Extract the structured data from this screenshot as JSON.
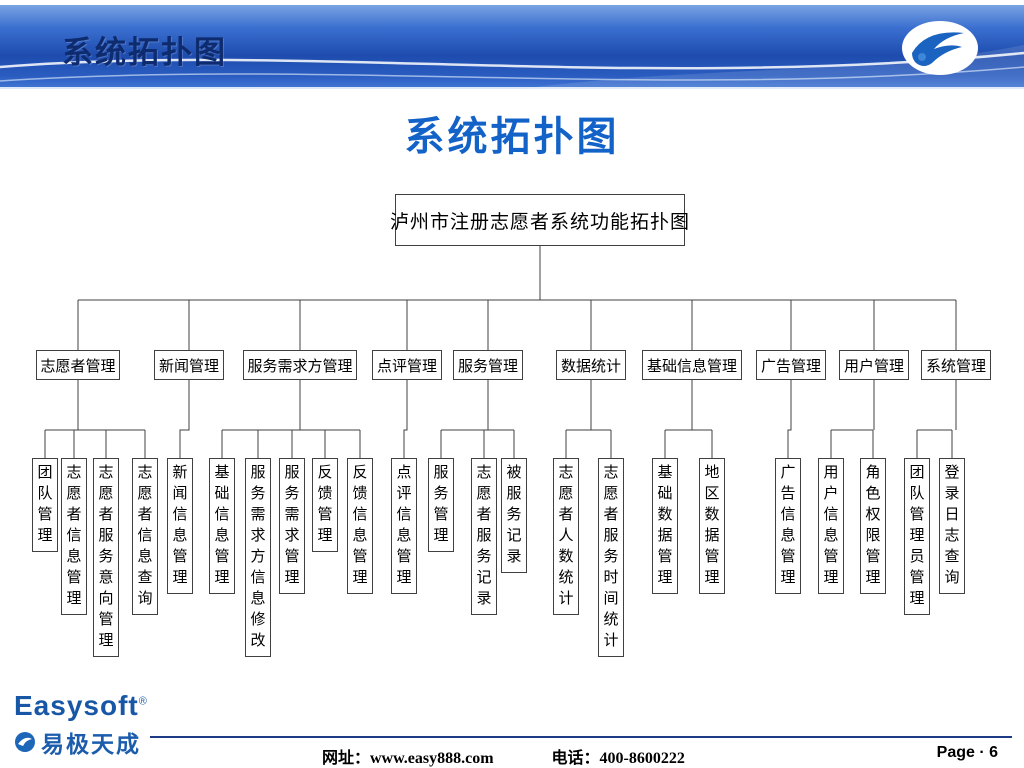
{
  "banner": {
    "title": "系统拓扑图"
  },
  "slide": {
    "title": "系统拓扑图"
  },
  "diagram": {
    "root": "泸州市注册志愿者系统功能拓扑图",
    "level2": [
      "志愿者管理",
      "新闻管理",
      "服务需求方管理",
      "点评管理",
      "服务管理",
      "数据统计",
      "基础信息管理",
      "广告管理",
      "用户管理",
      "系统管理"
    ],
    "level3": [
      "团队管理",
      "志愿者信息管理",
      "志愿者服务意向管理",
      "志愿者信息查询",
      "新闻信息管理",
      "基础信息管理",
      "服务需求方信息修改",
      "服务需求管理",
      "反馈管理",
      "反馈信息管理",
      "点评信息管理",
      "服务管理",
      "志愿者服务记录",
      "被服务记录",
      "志愿者人数统计",
      "志愿者服务时间统计",
      "基础数据管理",
      "地区数据管理",
      "广告信息管理",
      "用户信息管理",
      "角色权限管理",
      "团队管理员管理",
      "登录日志查询"
    ]
  },
  "footer": {
    "brand": "Easysoft",
    "reg": "®",
    "brand_cn": "易极天成",
    "website": "网址：www.easy888.com",
    "phone": "电话：400-8600222",
    "page": "Page · 6"
  }
}
